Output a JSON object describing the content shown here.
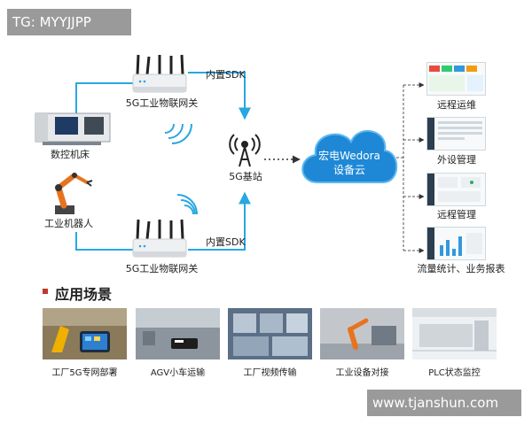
{
  "watermarks": {
    "top_left": "TG: MYYJJPP",
    "bottom_right": "www.tjanshun.com"
  },
  "nodes": {
    "gateway_top": "5G工业物联网关",
    "gateway_bottom": "5G工业物联网关",
    "sdk_top": "内置SDK",
    "sdk_bottom": "内置SDK",
    "cnc": "数控机床",
    "robot": "工业机器人",
    "base_station": "5G基站",
    "cloud_line1": "宏电Wedora",
    "cloud_line2": "设备云"
  },
  "services": [
    {
      "label": "远程运维"
    },
    {
      "label": "外设管理"
    },
    {
      "label": "远程管理"
    },
    {
      "label": "流量统计、业务报表"
    }
  ],
  "scenarios": {
    "title": "应用场景",
    "items": [
      {
        "label": "工厂5G专网部署"
      },
      {
        "label": "AGV小车运输"
      },
      {
        "label": "工厂视频传输"
      },
      {
        "label": "工业设备对接"
      },
      {
        "label": "PLC状态监控"
      }
    ]
  },
  "colors": {
    "connector": "#29a7e1",
    "cloud": "#1e88d6",
    "accent": "#c0392b"
  }
}
